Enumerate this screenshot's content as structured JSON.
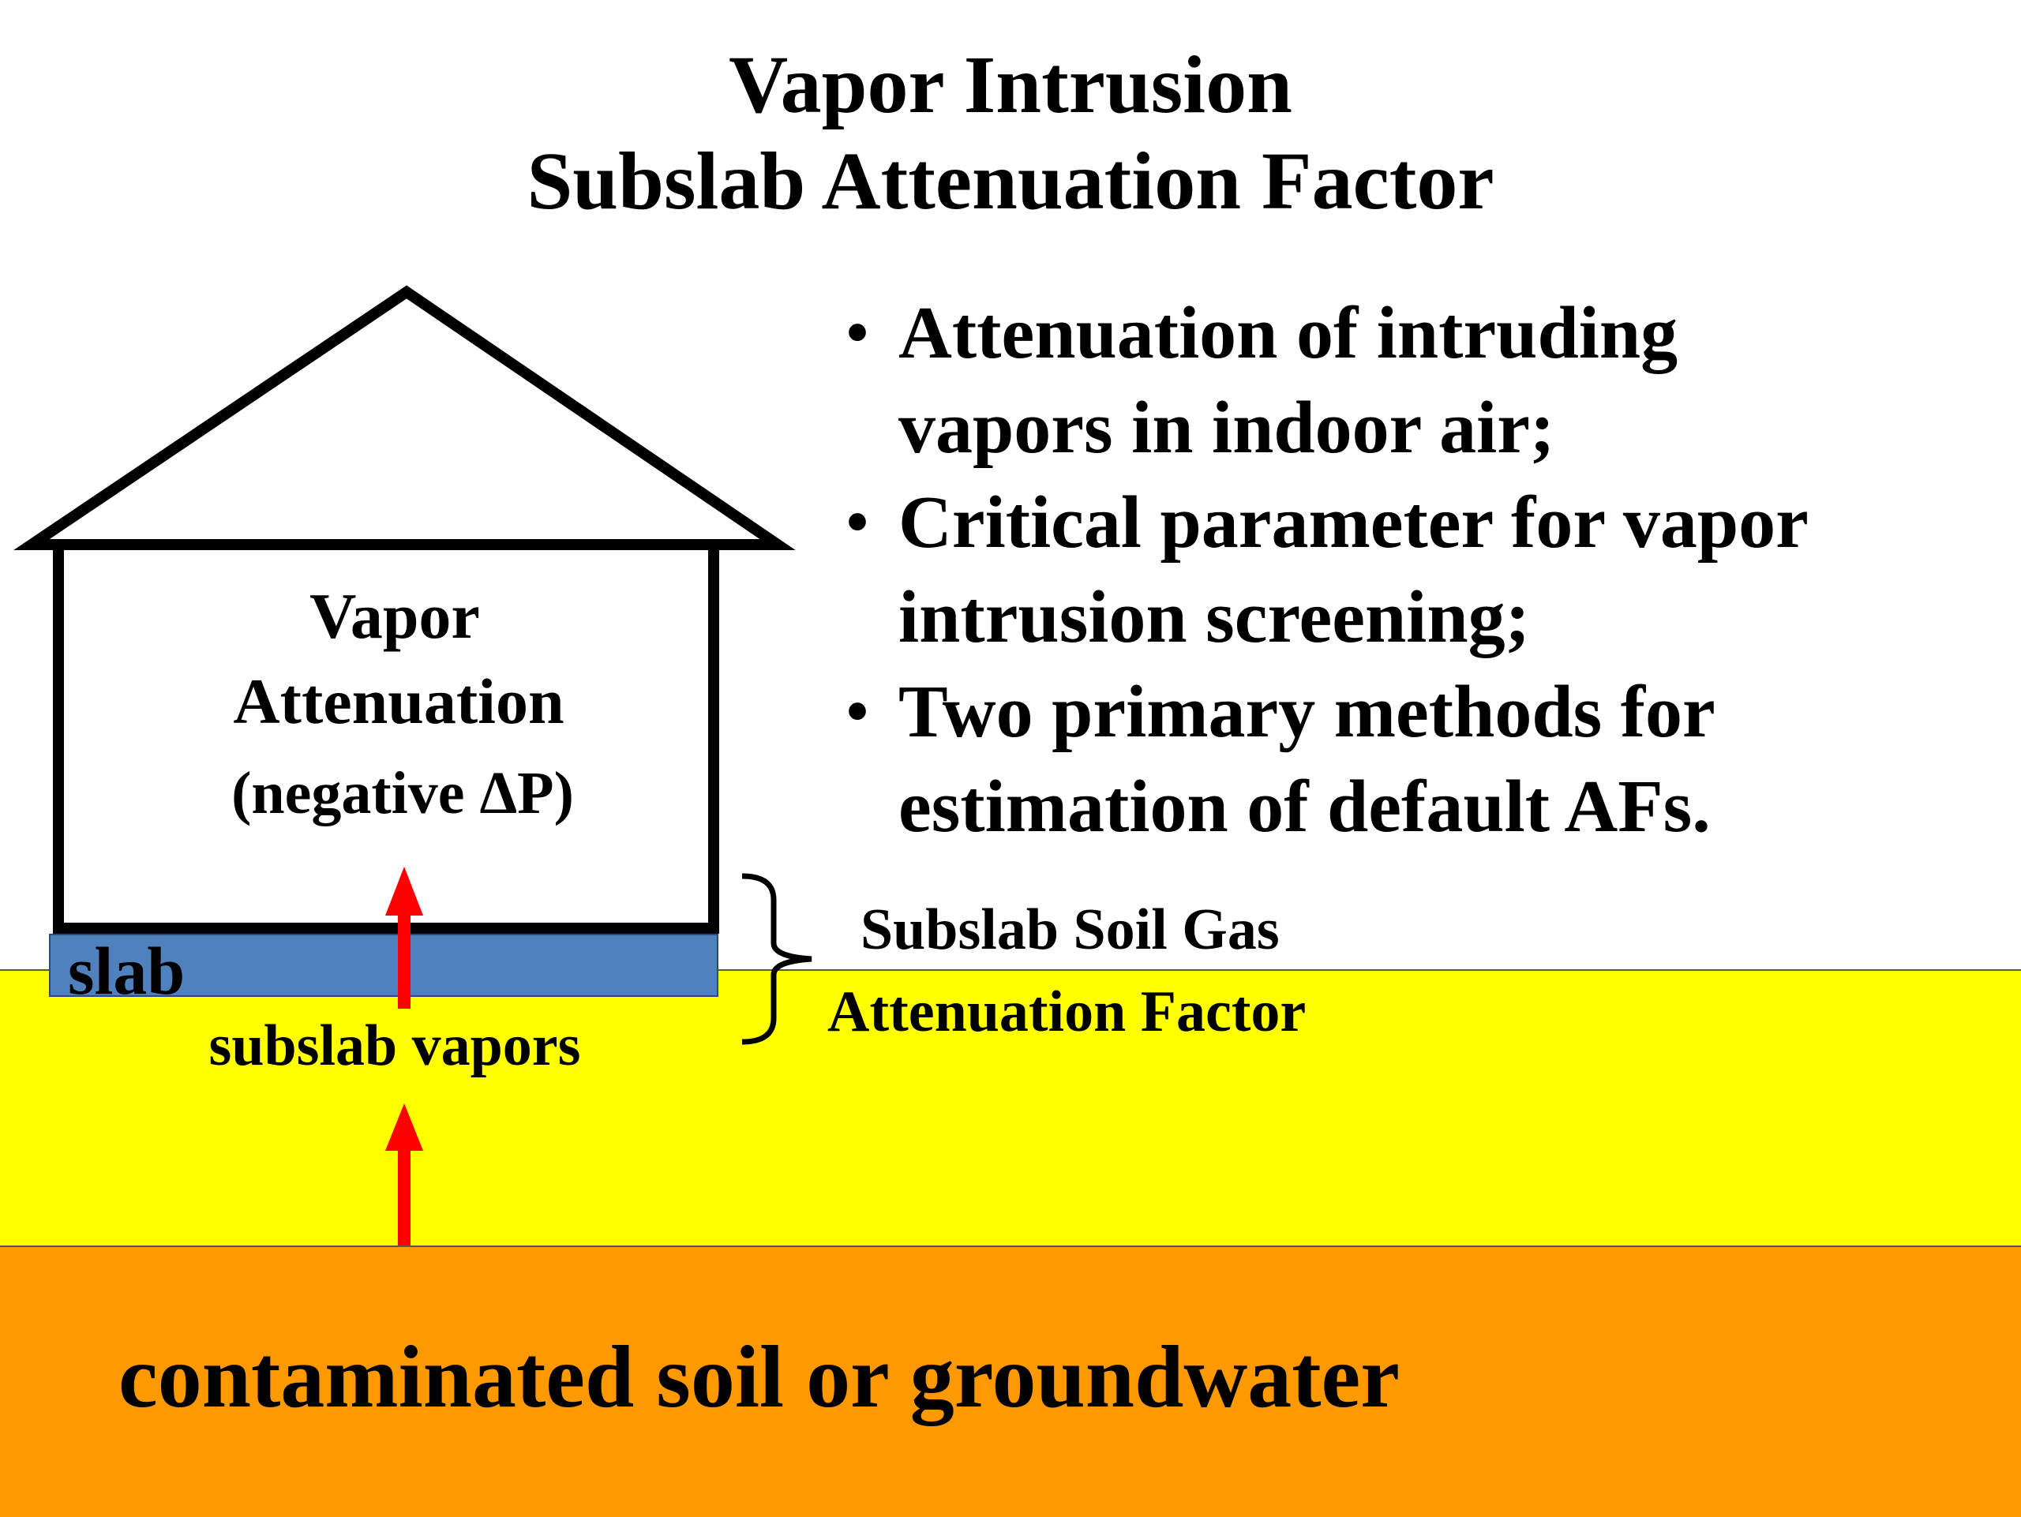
{
  "title": {
    "line1": "Vapor Intrusion",
    "line2": "Subslab Attenuation Factor"
  },
  "house": {
    "label_line1": "Vapor",
    "label_line2": "Attenuation",
    "label_line3": "(negative ΔP)"
  },
  "slab_label": "slab",
  "subslab_vapors_label": "subslab vapors",
  "bracket_label": {
    "line1": "Subslab Soil Gas",
    "line2": "Attenuation Factor"
  },
  "bullets": [
    {
      "line1": "Attenuation of intruding",
      "line2": "vapors in indoor air;"
    },
    {
      "line1": "Critical parameter for vapor",
      "line2": "intrusion screening;"
    },
    {
      "line1": "Two primary methods for",
      "line2": "estimation of default AFs."
    }
  ],
  "ground_label": "contaminated soil or groundwater",
  "colors": {
    "soil": "#ffff00",
    "contaminated": "#ff9900",
    "slab": "#4f81bd",
    "arrow": "#ff0000"
  }
}
